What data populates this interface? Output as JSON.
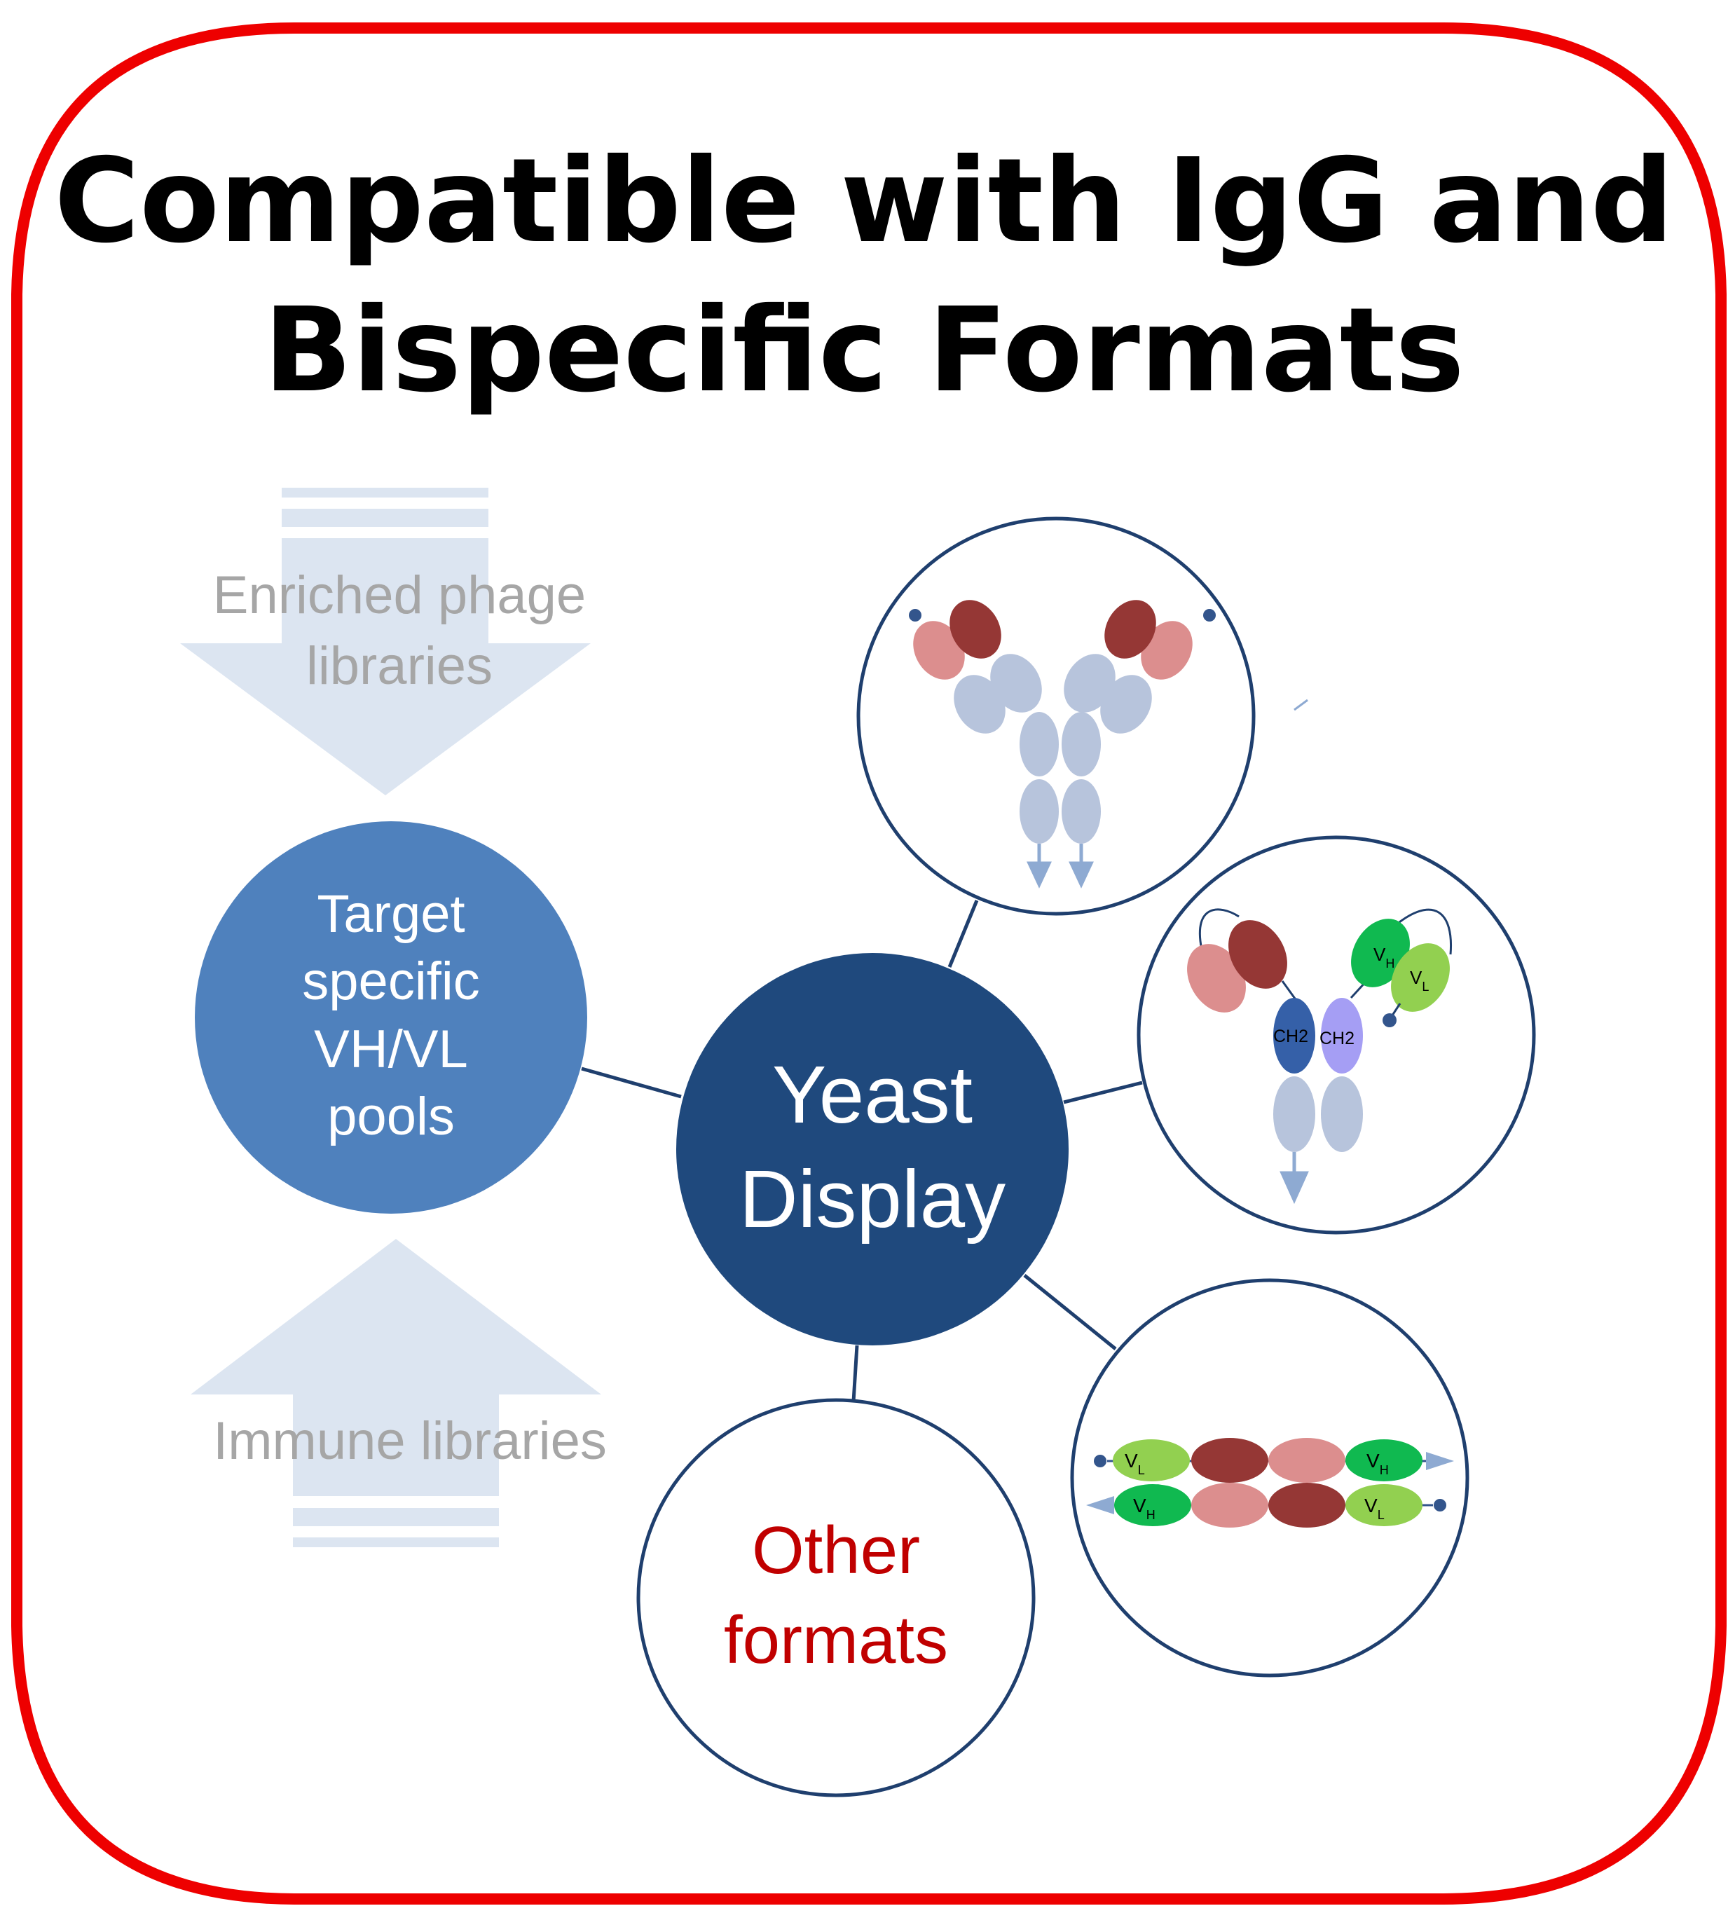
{
  "title": {
    "line1": "Compatible with IgG and",
    "line2": "Bispecific Formats"
  },
  "inputs": {
    "top": [
      "Enriched phage",
      "libraries"
    ],
    "bottom": "Immune libraries"
  },
  "nodes": {
    "pool": [
      "Target",
      "specific",
      "VH/VL",
      "pools"
    ],
    "center": [
      "Yeast",
      "Display"
    ],
    "other": [
      "Other",
      "formats"
    ]
  },
  "domain_labels": {
    "ch2": "CH2",
    "vh": "V",
    "vh_sub": "H",
    "vl": "V",
    "vl_sub": "L"
  },
  "colors": {
    "frame": "#ee0000",
    "arrow_fill": "#dce5f1",
    "arrow_text": "#a6a6a6",
    "pool_fill": "#4f81bd",
    "center_fill": "#1f497d",
    "ring_stroke": "#1f3f6e",
    "other_text": "#c00000",
    "heavy_dark": "#953735",
    "heavy_light": "#dc8e8e",
    "constant": "#b7c4dc",
    "fc_arrow": "#8eaad2",
    "ch2_dark": "#3560a8",
    "ch2_light": "#a59ef4",
    "vh_green": "#10b950",
    "vl_green": "#92d050",
    "linker_dot": "#33558c"
  }
}
